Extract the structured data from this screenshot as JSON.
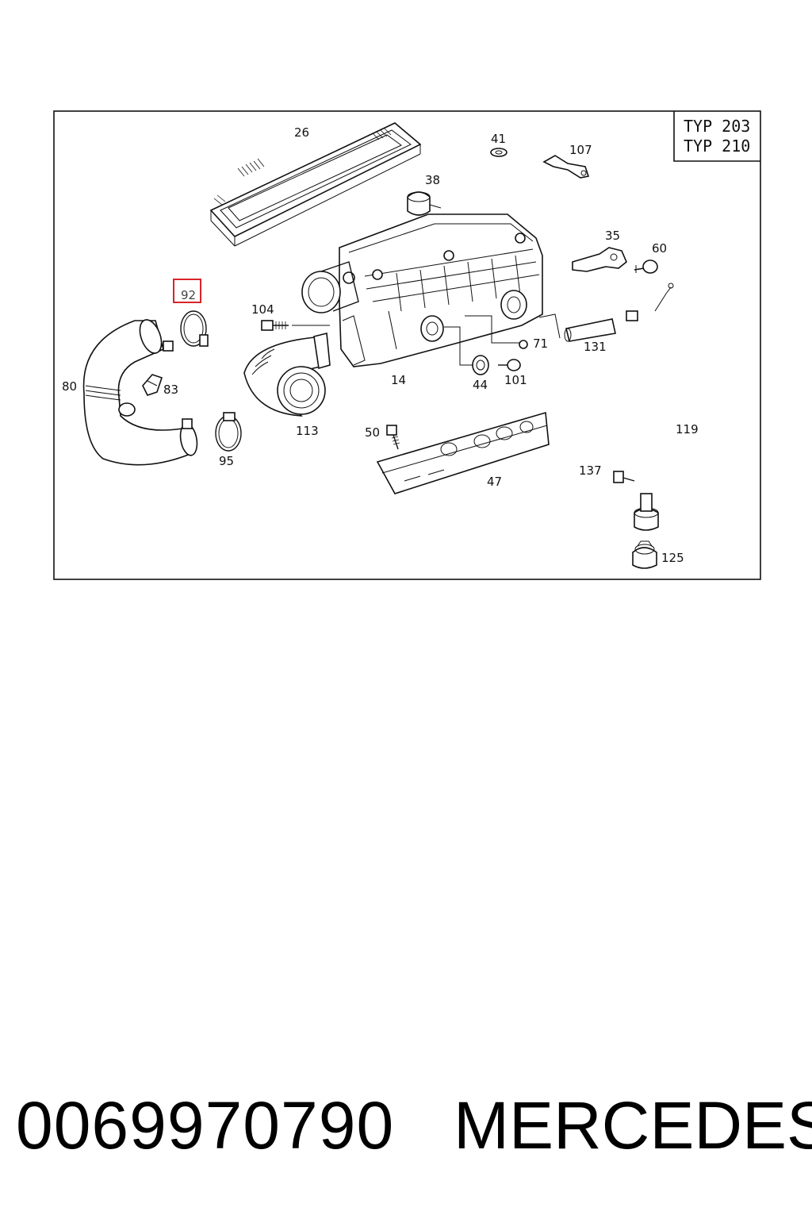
{
  "diagram": {
    "type_labels": [
      "TYP 203",
      "TYP 210"
    ],
    "highlighted_part": "92",
    "highlight_color": "#d9232a",
    "callouts": {
      "c26": "26",
      "c41": "41",
      "c107": "107",
      "c38": "38",
      "c35": "35",
      "c60": "60",
      "c104": "104",
      "c80": "80",
      "c83": "83",
      "c14": "14",
      "c113": "113",
      "c95": "95",
      "c71": "71",
      "c131": "131",
      "c44": "44",
      "c101": "101",
      "c50": "50",
      "c47": "47",
      "c119": "119",
      "c137": "137",
      "c125": "125"
    }
  },
  "footer": {
    "part_number": "0069970790",
    "brand": "MERCEDES"
  }
}
